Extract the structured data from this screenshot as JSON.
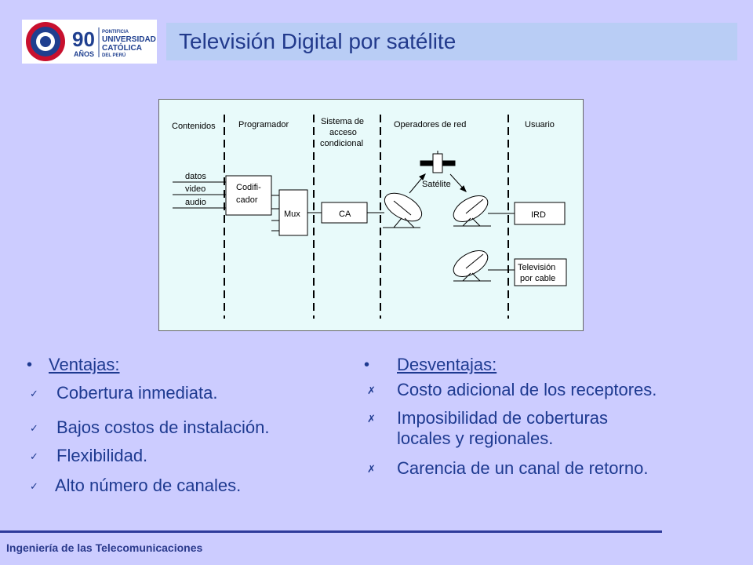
{
  "slide": {
    "title": "Televisión Digital por satélite",
    "footer": "Ingeniería de las Telecomunicaciones"
  },
  "logo": {
    "number": "90",
    "anos": "AÑOS",
    "line1": "PONTIFICIA",
    "line2": "UNIVERSIDAD",
    "line3": "CATÓLICA",
    "line4": "DEL PERÚ"
  },
  "diagram": {
    "sections": {
      "contenidos": "Contenidos",
      "programador": "Programador",
      "sistema_1": "Sistema de",
      "sistema_2": "acceso",
      "sistema_3": "condicional",
      "operadores": "Operadores de red",
      "usuario": "Usuario"
    },
    "inputs": [
      "datos",
      "video",
      "audio"
    ],
    "codificador_1": "Codifi-",
    "codificador_2": "cador",
    "mux": "Mux",
    "ca": "CA",
    "satelite": "Satélite",
    "ird": "IRD",
    "cable_1": "Televisión",
    "cable_2": "por cable"
  },
  "ventajas": {
    "heading": "Ventajas:",
    "items": [
      "Cobertura inmediata.",
      "Bajos costos de instalación.",
      "Flexibilidad.",
      "Alto número de canales."
    ]
  },
  "desventajas": {
    "heading": "Desventajas:",
    "item1": "Costo adicional de los receptores.",
    "item2_line1": "Imposibilidad de coberturas",
    "item2_line2": "locales y regionales.",
    "item3": "Carencia de un canal de retorno."
  },
  "colors": {
    "background": "#ccccff",
    "title_bar": "#b9cdf5",
    "text": "#1e3a90",
    "diagram_bg": "#e8fafa"
  },
  "icons": {
    "check": "check-icon",
    "cross": "cross-icon",
    "bullet": "bullet-icon"
  }
}
